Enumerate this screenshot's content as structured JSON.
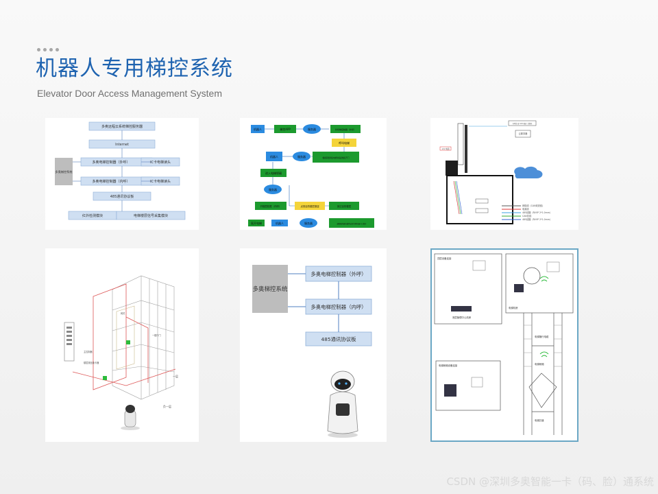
{
  "slide": {
    "title": "机器人专用梯控系统",
    "subtitle": "Elevator Door Access Management System",
    "watermark": "CSDN @深圳多奥智能一卡（码、脸）通系统"
  },
  "panel1": {
    "box_server": "多奥远程云系统梯控服务器",
    "box_internet": "Internet",
    "box_system": "多奥梯控系统",
    "box_outer": "多奥电梯控制器（外呼）",
    "box_inner": "多奥电梯控制器（内呼）",
    "box_card1": "IC卡电梯读头",
    "box_card2": "IC卡电梯读头",
    "box_485": "485通讯协议板",
    "box_ir": "红外检测模块",
    "box_floor": "电梯楼层信号采集模块"
  },
  "panel2": {
    "box_robot": "机器人",
    "box_app": "梯控APP",
    "box_ctrl": "服务器",
    "box_call": "外呼梯控制器（外呼）",
    "box_elev": "呼叫电梯",
    "box_robot2": "机器人",
    "box_ctrl2": "服务器",
    "box_sched": "根据需要调度电梯到指定楼层开门",
    "box_enter": "进入电梯轿厢",
    "box_ctrl3": "服务器",
    "box_target": "开楼层权限（内呼）",
    "box_send": "点亮目的楼层按钮",
    "box_arrive": "到达目的楼层",
    "box_exit": "离开电梯",
    "box_robot3": "机器人",
    "box_ctrl4": "服务器",
    "box_done": "通知服务器电梯到达目的地机器人已离开"
  },
  "panel3": {
    "lbl_top": "内呼线 接 CAN 电梯 / 控制柜",
    "lbl_ctrl": "云服务器",
    "lbl_power": "12V 电源",
    "legend_1": "网络线（CAN双绞线）",
    "legend_2": "电源线",
    "legend_3": "485线路（RVVP 2*1.0mm）",
    "legend_4": "CAN总线",
    "legend_5": "485线路（RVVP 2*1.0mm）"
  },
  "panel4": {
    "lbl_f1": "一层",
    "lbl_b1": "负一层",
    "lbl_1": "主控制器",
    "lbl_2": "一楼厅门",
    "lbl_3": "楼层按钮读卡器",
    "lbl_4": "网关"
  },
  "panel5": {
    "box_system": "多奥梯控系统",
    "box_outer": "多奥电梯控制器（外呼）",
    "box_inner": "多奥电梯控制器（内呼）",
    "box_485": "485通讯协议板"
  },
  "panel6": {
    "lbl_top": "顶层设备连接",
    "lbl_machine": "电梯机房",
    "lbl_mgmt": "底层管理中心机房",
    "lbl_cable": "电梯随行电缆",
    "lbl_car": "电梯轿厢",
    "lbl_car_dev": "电梯轿厢设备连接",
    "lbl_shaft": "电梯井道"
  }
}
